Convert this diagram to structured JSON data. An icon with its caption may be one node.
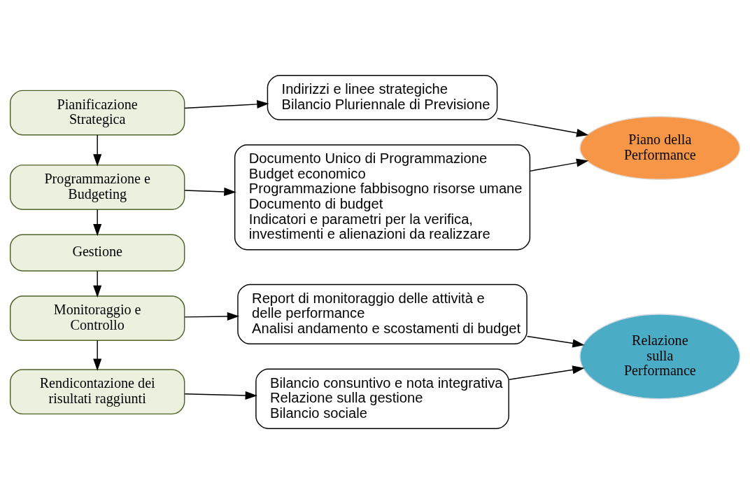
{
  "diagram": {
    "nodes": [
      {
        "text": [
          "Pianificazione Strategica"
        ]
      },
      {
        "text": [
          "Indirizzi e linee strategiche",
          "Bilancio Pluriennale di Previsione"
        ]
      },
      {
        "text": [
          "Piano della Performance"
        ]
      },
      {
        "text": [
          "Programmazione e Budgeting"
        ]
      },
      {
        "text": [
          "Documento Unico di Programmazione",
          "Budget economico",
          "Programmazione fabbisogno risorse umane",
          "Documento di budget",
          "Indicatori e parametri per la verifica, investimenti e alienazioni da realizzare"
        ]
      },
      {
        "text": [
          "Gestione"
        ]
      },
      {
        "text": [
          "Monitoraggio e Controllo"
        ]
      },
      {
        "text": [
          "Report di monitoraggio delle attività e delle performance",
          "Analisi andamento e scostamenti di budget"
        ]
      },
      {
        "text": [
          "Relazione sulla Performance"
        ]
      },
      {
        "text": [
          "Rendicontazione dei risultati raggiunti"
        ]
      },
      {
        "text": [
          "Bilancio consuntivo e nota integrativa",
          "Relazione sulla gestione",
          "Bilancio sociale"
        ]
      }
    ],
    "edges": [
      {
        "from": 0,
        "to": 3,
        "arrow": "to"
      },
      {
        "from": 3,
        "to": 5,
        "arrow": "to"
      },
      {
        "from": 5,
        "to": 6,
        "arrow": "to"
      },
      {
        "from": 6,
        "to": 9,
        "arrow": "to"
      },
      {
        "from": 0,
        "to": 1,
        "arrow": "to"
      },
      {
        "from": 3,
        "to": 4,
        "arrow": "to"
      },
      {
        "from": 6,
        "to": 7,
        "arrow": "to"
      },
      {
        "from": 9,
        "to": 10,
        "arrow": "to"
      },
      {
        "from": 1,
        "to": 2,
        "arrow": "to"
      },
      {
        "from": 4,
        "to": 2,
        "arrow": "to"
      },
      {
        "from": 7,
        "to": 8,
        "arrow": "to"
      },
      {
        "from": 10,
        "to": 8,
        "arrow": "to"
      }
    ]
  }
}
